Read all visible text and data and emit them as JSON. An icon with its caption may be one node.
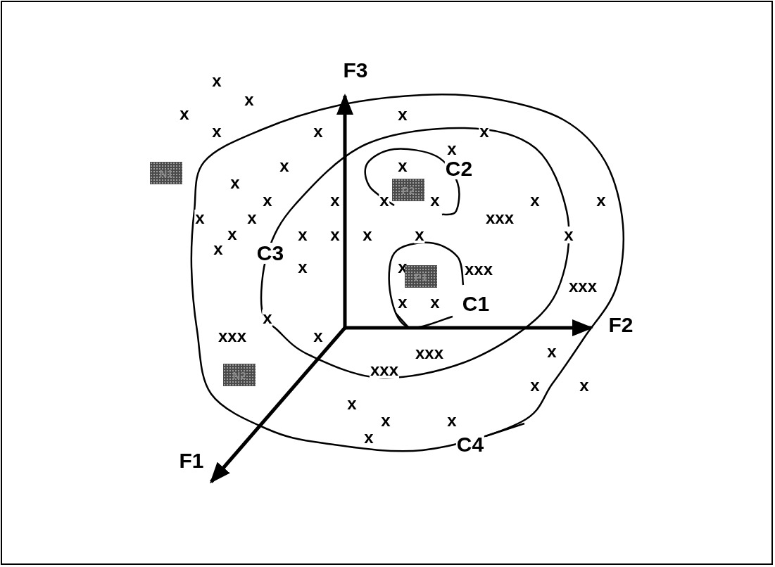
{
  "diagram": {
    "nodes": [
      {
        "text": [
          "N1"
        ]
      },
      {
        "text": [
          "P2"
        ]
      },
      {
        "text": [
          "P1"
        ]
      },
      {
        "text": [
          "N2"
        ]
      }
    ],
    "labels": [
      "F3",
      "x",
      "x",
      "x",
      "x",
      "x",
      "x",
      "x",
      "x",
      "x",
      "x",
      "C2",
      "x",
      "x",
      "x",
      "x",
      "x",
      "x",
      "x",
      "x",
      "x",
      "xxx",
      "x",
      "x",
      "x",
      "x",
      "x",
      "x",
      "x",
      "C3",
      "x",
      "x",
      "xxx",
      "xxx",
      "x",
      "x",
      "C1",
      "x",
      "F2",
      "xxx",
      "x",
      "xxx",
      "x",
      "xxx",
      "x",
      "x",
      "x",
      "x",
      "x",
      "x",
      "C4",
      "F1"
    ]
  }
}
